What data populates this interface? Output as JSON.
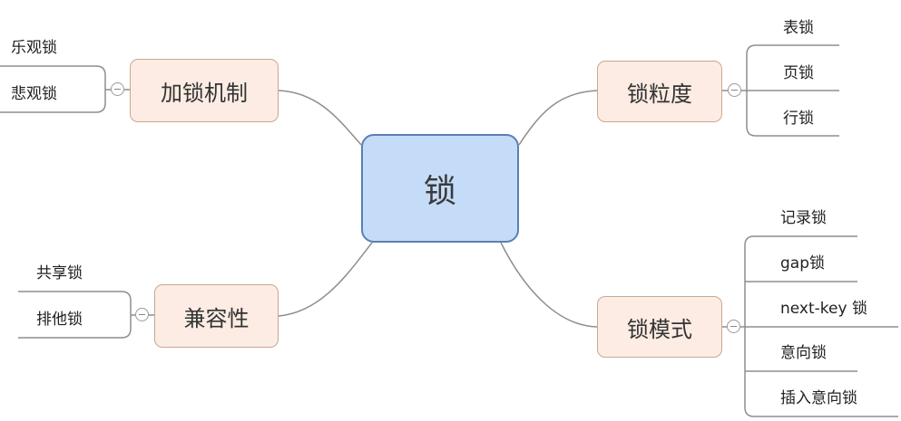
{
  "center": {
    "label": "锁"
  },
  "branches": [
    {
      "label": "加锁机制",
      "children": [
        "乐观锁",
        "悲观锁"
      ]
    },
    {
      "label": "兼容性",
      "children": [
        "共享锁",
        "排他锁"
      ]
    },
    {
      "label": "锁粒度",
      "children": [
        "表锁",
        "页锁",
        "行锁"
      ]
    },
    {
      "label": "锁模式",
      "children": [
        "记录锁",
        "gap锁",
        "next-key 锁",
        "意向锁",
        "插入意向锁"
      ]
    }
  ],
  "colors": {
    "center_fill": "#c5dcf8",
    "center_border": "#5b7fb4",
    "branch_fill": "#fcece3",
    "branch_border": "#c9a892",
    "line": "#8e8e8e"
  }
}
